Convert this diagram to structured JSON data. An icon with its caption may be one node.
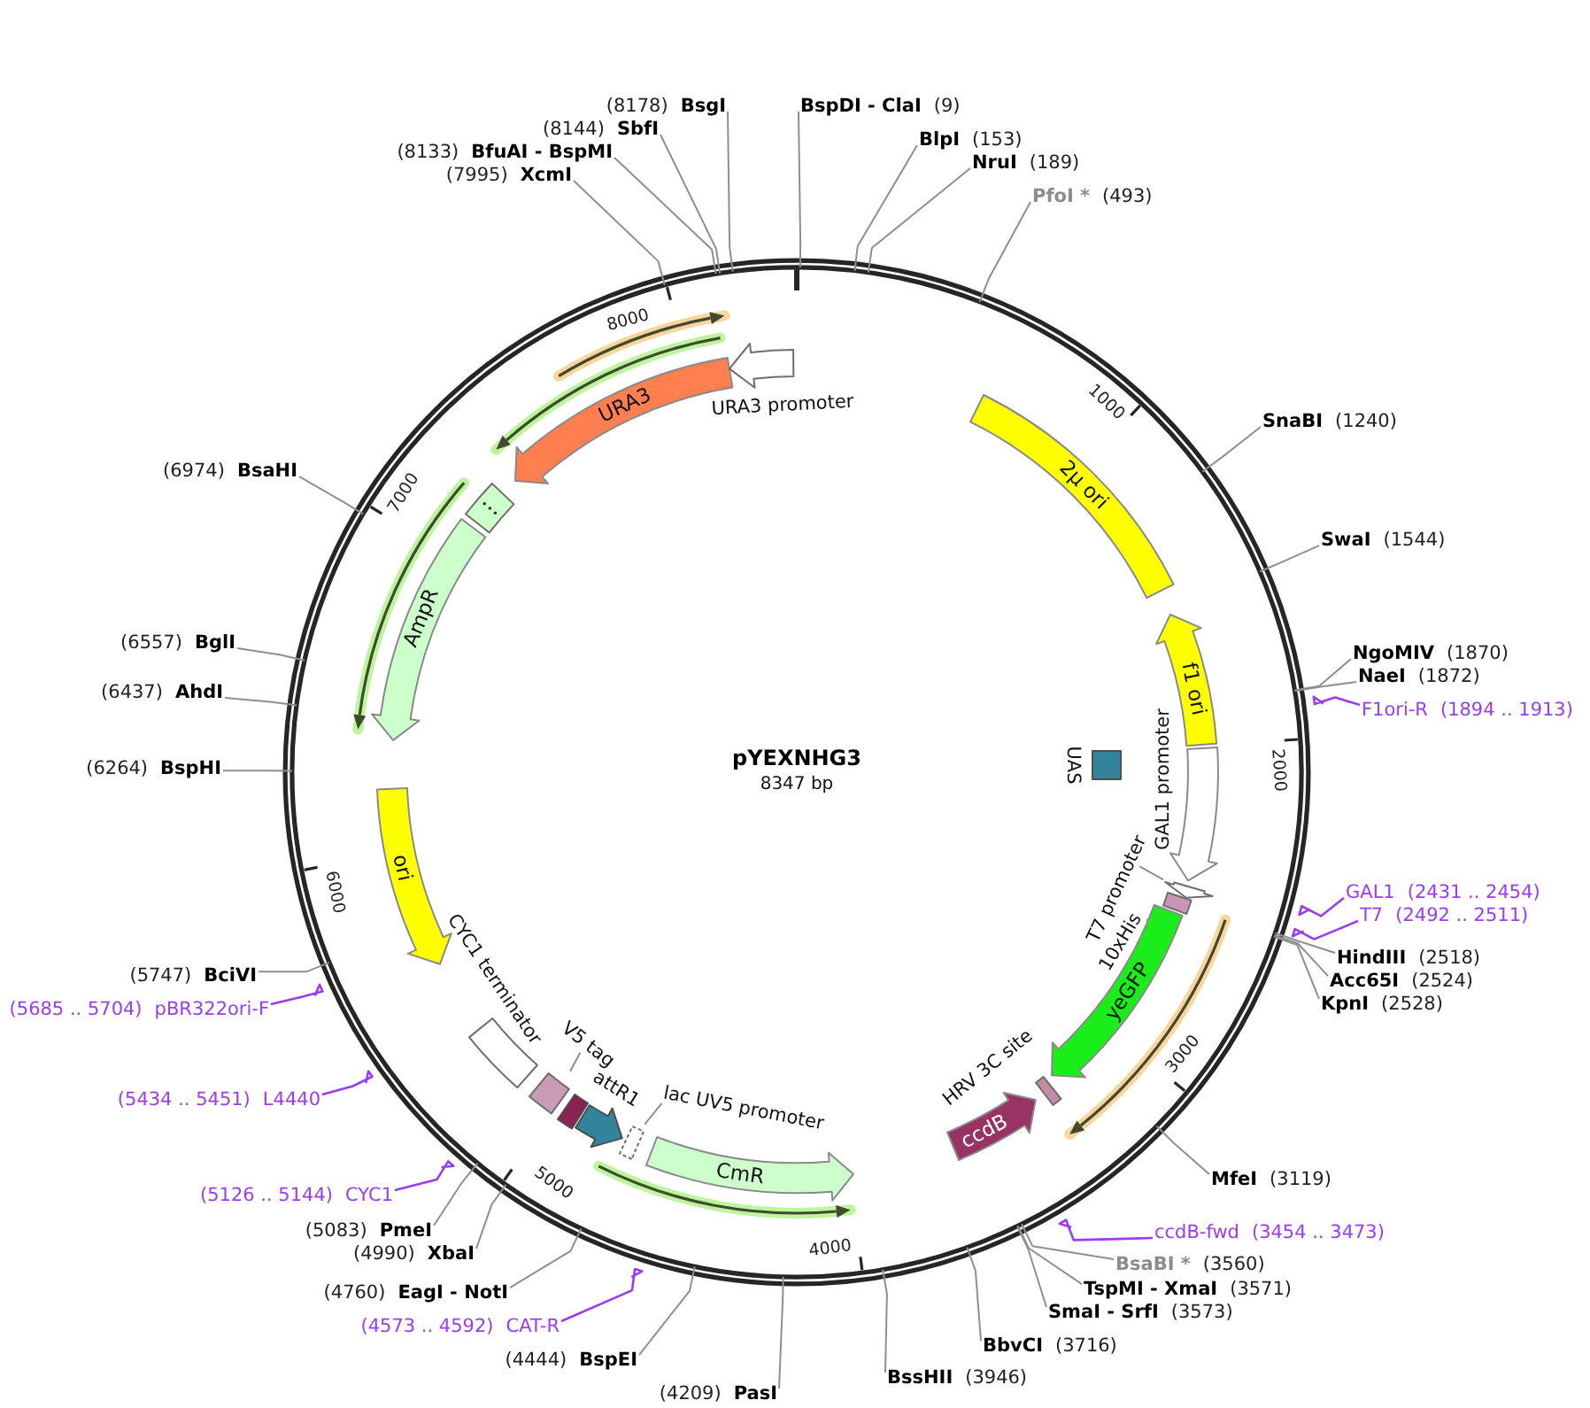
{
  "diagram": {
    "title": "pYEXNHG3",
    "nodes": [
      {
        "text": [
          "BspDI - ClaI",
          "(9)"
        ]
      },
      {
        "text": [
          "BlpI",
          "(153)"
        ]
      },
      {
        "text": [
          "NruI",
          "(189)"
        ]
      },
      {
        "text": [
          "PfoI *",
          "(493)"
        ]
      },
      {
        "text": [
          "SnaBI",
          "(1240)"
        ]
      },
      {
        "text": [
          "SwaI",
          "(1544)"
        ]
      },
      {
        "text": [
          "NgoMIV",
          "(1870)"
        ]
      },
      {
        "text": [
          "NaeI",
          "(1872)"
        ]
      },
      {
        "text": [
          "F1ori-R",
          "(1894 .. 1913)"
        ]
      },
      {
        "text": [
          "GAL1",
          "(2431 .. 2454)"
        ]
      },
      {
        "text": [
          "T7",
          "(2492 .. 2511)"
        ]
      },
      {
        "text": [
          "HindIII",
          "(2518)"
        ]
      },
      {
        "text": [
          "Acc65I",
          "(2524)"
        ]
      },
      {
        "text": [
          "KpnI",
          "(2528)"
        ]
      },
      {
        "text": [
          "MfeI",
          "(3119)"
        ]
      },
      {
        "text": [
          "ccdB-fwd",
          "(3454 .. 3473)"
        ]
      },
      {
        "text": [
          "BsaBI *",
          "(3560)"
        ]
      },
      {
        "text": [
          "TspMI - XmaI",
          "(3571)"
        ]
      },
      {
        "text": [
          "SmaI - SrfI",
          "(3573)"
        ]
      },
      {
        "text": [
          "BbvCI",
          "(3716)"
        ]
      },
      {
        "text": [
          "BssHII",
          "(3946)"
        ]
      },
      {
        "text": [
          "(4209)",
          "PasI"
        ]
      },
      {
        "text": [
          "(4444)",
          "BspEI"
        ]
      },
      {
        "text": [
          "(4573 .. 4592)",
          "CAT-R"
        ]
      },
      {
        "text": [
          "(4760)",
          "EagI - NotI"
        ]
      },
      {
        "text": [
          "(4990)",
          "XbaI"
        ]
      },
      {
        "text": [
          "(5083)",
          "PmeI"
        ]
      },
      {
        "text": [
          "(5126 .. 5144)",
          "CYC1"
        ]
      },
      {
        "text": [
          "(5434 .. 5451)",
          "L4440"
        ]
      },
      {
        "text": [
          "(5685 .. 5704)",
          "pBR322ori-F"
        ]
      },
      {
        "text": [
          "(5747)",
          "BciVI"
        ]
      },
      {
        "text": [
          "(6264)",
          "BspHI"
        ]
      },
      {
        "text": [
          "(6437)",
          "AhdI"
        ]
      },
      {
        "text": [
          "(6557)",
          "BglI"
        ]
      },
      {
        "text": [
          "(6974)",
          "BsaHI"
        ]
      },
      {
        "text": [
          "(7995)",
          "XcmI"
        ]
      },
      {
        "text": [
          "(8133)",
          "BfuAI - BspMI"
        ]
      },
      {
        "text": [
          "(8144)",
          "SbfI"
        ]
      },
      {
        "text": [
          "(8178)",
          "BsgI"
        ]
      },
      {
        "text": [
          "2µ ori"
        ]
      },
      {
        "text": [
          "f1 ori"
        ]
      },
      {
        "text": [
          "GAL1 promoter"
        ]
      },
      {
        "text": [
          "UAS"
        ]
      },
      {
        "text": [
          "T7 promoter"
        ]
      },
      {
        "text": [],
        "shape": "arrow"
      },
      {
        "text": [
          "10xHis"
        ]
      },
      {
        "text": [],
        "shape": "box"
      },
      {
        "text": [
          "yeGFP"
        ]
      },
      {
        "text": [
          "HRV 3C site"
        ]
      },
      {
        "text": [
          "ccdB"
        ]
      },
      {
        "text": [
          "CmR"
        ]
      },
      {
        "text": [
          "lac UV5 promoter"
        ]
      },
      {
        "text": [],
        "shape": "box"
      },
      {
        "text": [],
        "shape": "arrow"
      },
      {
        "text": [
          "attR1"
        ]
      },
      {
        "text": [
          "V5 tag"
        ]
      },
      {
        "text": [],
        "shape": "box"
      },
      {
        "text": [
          "CYC1 terminator"
        ]
      },
      {
        "text": [
          "ori"
        ]
      },
      {
        "text": [
          "AmpR"
        ]
      },
      {
        "text": [],
        "shape": "box"
      },
      {
        "text": [
          "URA3"
        ]
      },
      {
        "text": [
          "URA3 promoter"
        ]
      }
    ],
    "edges": [
      {
        "from": 0,
        "to": null,
        "arrow": "none"
      },
      {
        "from": 1,
        "to": null,
        "arrow": "none"
      },
      {
        "from": 2,
        "to": null,
        "arrow": "none"
      },
      {
        "from": 3,
        "to": null,
        "arrow": "none"
      },
      {
        "from": 4,
        "to": null,
        "arrow": "none"
      },
      {
        "from": 5,
        "to": null,
        "arrow": "none"
      },
      {
        "from": 6,
        "to": null,
        "arrow": "none"
      },
      {
        "from": 7,
        "to": null,
        "arrow": "none"
      },
      {
        "from": 8,
        "to": null,
        "arrow": "none",
        "color": "#9a3cf2"
      },
      {
        "from": 9,
        "to": null,
        "arrow": "none",
        "color": "#9a3cf2"
      },
      {
        "from": 10,
        "to": null,
        "arrow": "none",
        "color": "#9a3cf2"
      },
      {
        "from": 11,
        "to": null,
        "arrow": "none"
      },
      {
        "from": 12,
        "to": null,
        "arrow": "none"
      },
      {
        "from": 13,
        "to": null,
        "arrow": "none"
      },
      {
        "from": 14,
        "to": null,
        "arrow": "none"
      },
      {
        "from": 15,
        "to": null,
        "arrow": "none",
        "color": "#9a3cf2"
      },
      {
        "from": 16,
        "to": null,
        "arrow": "none"
      },
      {
        "from": 17,
        "to": null,
        "arrow": "none"
      },
      {
        "from": 18,
        "to": null,
        "arrow": "none"
      },
      {
        "from": 19,
        "to": null,
        "arrow": "none"
      },
      {
        "from": 20,
        "to": null,
        "arrow": "none"
      },
      {
        "from": 21,
        "to": null,
        "arrow": "none"
      },
      {
        "from": 22,
        "to": null,
        "arrow": "none"
      },
      {
        "from": 23,
        "to": null,
        "arrow": "none",
        "color": "#9a3cf2"
      },
      {
        "from": 24,
        "to": null,
        "arrow": "none"
      },
      {
        "from": 25,
        "to": null,
        "arrow": "none"
      },
      {
        "from": 26,
        "to": null,
        "arrow": "none"
      },
      {
        "from": 27,
        "to": null,
        "arrow": "none",
        "color": "#9a3cf2"
      },
      {
        "from": 28,
        "to": null,
        "arrow": "none",
        "color": "#9a3cf2"
      },
      {
        "from": 29,
        "to": null,
        "arrow": "none",
        "color": "#9a3cf2"
      },
      {
        "from": 30,
        "to": null,
        "arrow": "none"
      },
      {
        "from": 31,
        "to": null,
        "arrow": "none"
      },
      {
        "from": 32,
        "to": null,
        "arrow": "none"
      },
      {
        "from": 33,
        "to": null,
        "arrow": "none"
      },
      {
        "from": 34,
        "to": null,
        "arrow": "none"
      },
      {
        "from": 35,
        "to": null,
        "arrow": "none"
      },
      {
        "from": 36,
        "to": null,
        "arrow": "none"
      },
      {
        "from": 37,
        "to": null,
        "arrow": "none"
      },
      {
        "from": 38,
        "to": null,
        "arrow": "none"
      },
      {
        "from": 43,
        "to": 44,
        "arrow": "none"
      },
      {
        "from": 45,
        "to": 46,
        "arrow": "none"
      },
      {
        "from": 51,
        "to": 52,
        "arrow": "none"
      },
      {
        "from": 55,
        "to": 56,
        "arrow": "none"
      }
    ],
    "labels": [
      "8347 bp",
      "1000",
      "2000",
      "3000",
      "4000",
      "5000",
      "6000",
      "7000",
      "8000"
    ]
  }
}
